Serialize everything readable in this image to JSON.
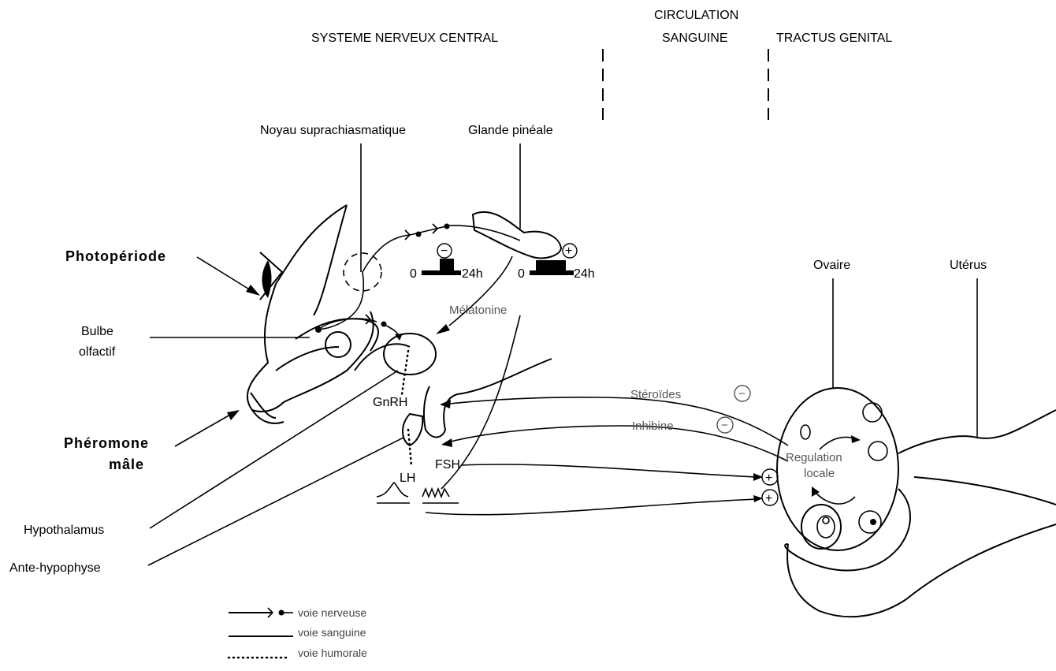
{
  "headers": {
    "snc": "SYSTEME NERVEUX CENTRAL",
    "circ_line1": "CIRCULATION",
    "circ_line2": "SANGUINE",
    "tract": "TRACTUS GENITAL"
  },
  "labels": {
    "noyau": "Noyau suprachiasmatique",
    "glande": "Glande pinéale",
    "photoperiode": "Photopériode",
    "bulbe_line1": "Bulbe",
    "bulbe_line2": "olfactif",
    "pheromone_line1": "Phéromone",
    "pheromone_line2": "mâle",
    "hypothalamus": "Hypothalamus",
    "antehypophyse": "Ante-hypophyse",
    "melatonine": "Mélatonine",
    "gnrh": "GnRH",
    "fsh": "FSH",
    "lh": "LH",
    "steroides": "Stéroïdes",
    "inhibine": "Inhibine",
    "regulation_line1": "Regulation",
    "regulation_line2": "locale",
    "ovaire": "Ovaire",
    "uterus": "Utérus"
  },
  "scales": {
    "zero": "0",
    "h24": "24h"
  },
  "signs": {
    "minus": "−",
    "plus": "+"
  },
  "legend": {
    "nerveuse": "voie nerveuse",
    "sanguine": "voie sanguine",
    "humorale": "voie humorale"
  }
}
